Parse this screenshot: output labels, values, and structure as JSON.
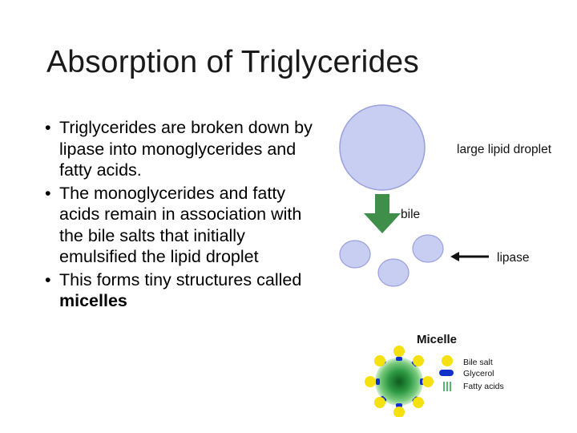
{
  "slide": {
    "title": "Absorption of Triglycerides",
    "bullets": [
      {
        "text": "Triglycerides are broken down by lipase into monoglycerides and fatty acids."
      },
      {
        "text": "The monoglycerides and fatty acids remain in association with the bile salts that initially emulsified the lipid droplet"
      },
      {
        "text_before": "This forms tiny structures called ",
        "text_bold": "micelles"
      }
    ]
  },
  "figure": {
    "large_label": "large lipid droplet",
    "bile_label": "bile",
    "lipase_label": "lipase",
    "micelle_title": "Micelle",
    "legend": {
      "bile_salt": "Bile salt",
      "glycerol": "Glycerol",
      "fatty_acids": "Fatty acids"
    },
    "colors": {
      "droplet_fill": "#c8cdf2",
      "droplet_stroke": "#9aa0dc",
      "arrow_green": "#3f8f4a",
      "bile_salt_yellow": "#f5e10f",
      "glycerol_blue": "#1030c8",
      "fatty_acid_green": "#2aa64a"
    }
  }
}
